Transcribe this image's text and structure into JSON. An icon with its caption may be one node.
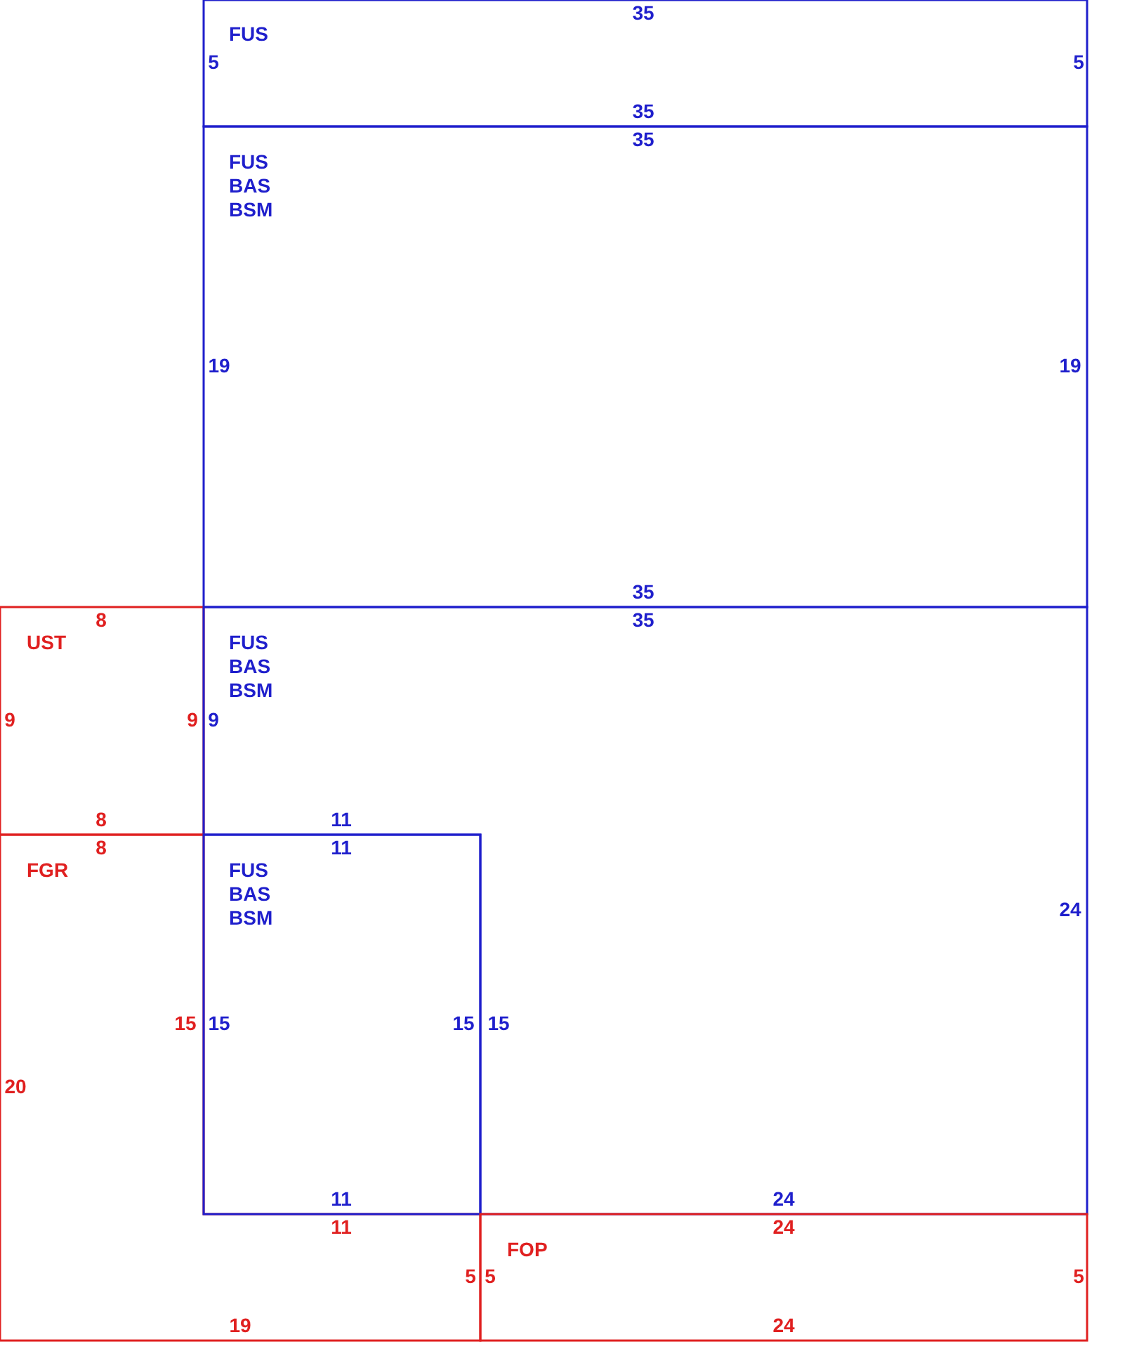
{
  "diagram": {
    "nodes": [
      {
        "text": [
          "FUS",
          "35",
          "5",
          "5",
          "35"
        ]
      },
      {
        "text": [
          "FUS",
          "BAS",
          "BSM",
          "35",
          "19",
          "19",
          "35"
        ]
      },
      {
        "text": [
          "UST",
          "8",
          "9",
          "9",
          "8"
        ]
      },
      {
        "text": [
          "FUS",
          "BAS",
          "BSM",
          "35",
          "9",
          "11",
          "15",
          "24",
          "24"
        ]
      },
      {
        "text": [
          "FGR",
          "8",
          "20",
          "15",
          "11",
          "5",
          "19"
        ]
      },
      {
        "text": [
          "FUS",
          "BAS",
          "BSM",
          "11",
          "15",
          "15",
          "11"
        ]
      },
      {
        "text": [
          "FOP",
          "24",
          "5",
          "5",
          "24"
        ]
      }
    ]
  }
}
